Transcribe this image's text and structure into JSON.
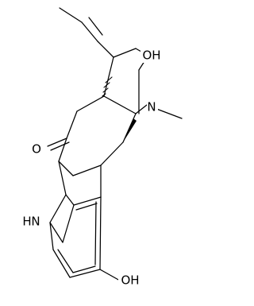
{
  "diagram": {
    "kind": "chemical-structure",
    "labels": {
      "oh_top": "OH",
      "n_methyl": "N",
      "ketone_o": "O",
      "nh": "N",
      "nh_h": "H",
      "oh_bottom": "OH"
    },
    "colors": {
      "line": "#000000",
      "background": "#ffffff"
    }
  }
}
